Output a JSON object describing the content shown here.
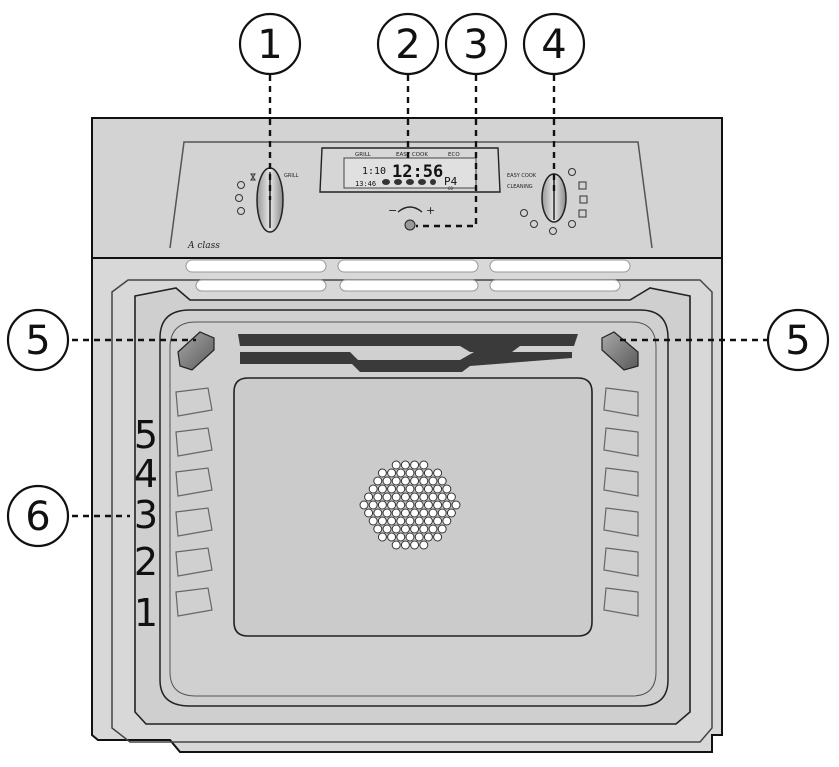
{
  "callouts": [
    {
      "id": "1",
      "label": "1"
    },
    {
      "id": "2",
      "label": "2"
    },
    {
      "id": "3",
      "label": "3"
    },
    {
      "id": "4",
      "label": "4"
    },
    {
      "id": "5a",
      "label": "5"
    },
    {
      "id": "5b",
      "label": "5"
    },
    {
      "id": "6",
      "label": "6"
    }
  ],
  "shelf_levels": [
    "5",
    "4",
    "3",
    "2",
    "1"
  ],
  "control_panel": {
    "brand": "A class",
    "left_knob_label": "GRILL",
    "display_headers": [
      "GRILL",
      "EASY COOK",
      "ECO"
    ],
    "display_time_small": "1:10",
    "display_main": "12:56",
    "display_small_left": "13:46",
    "display_right": "P4",
    "display_right_sub": "60",
    "adjust_minus": "−",
    "adjust_plus": "+",
    "right_labels": [
      "EASY COOK",
      "CLEANING"
    ]
  },
  "colors": {
    "body": "#d6d6d6",
    "panel": "#cfcfcf",
    "glass": "#c8c8c8",
    "dark": "#3c3c3c",
    "lamp": "#8a8a8a"
  }
}
